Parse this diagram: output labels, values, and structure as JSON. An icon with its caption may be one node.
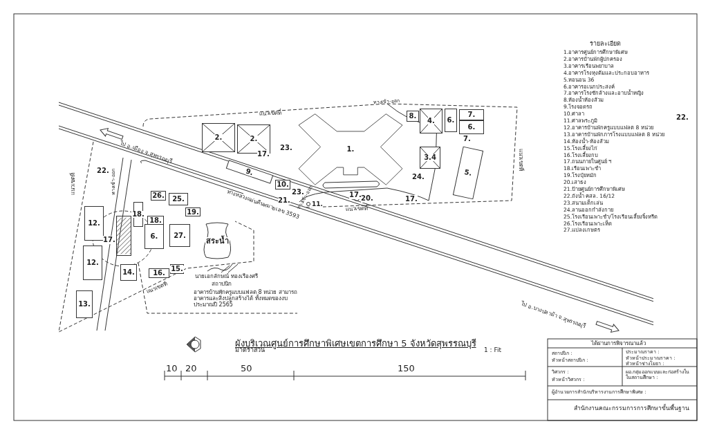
{
  "diagram": {
    "title": "ผังบริเวณศูนย์การศึกษาพิเศษเขตการศึกษา 5 จังหวัดสุพรรณบุรี",
    "nodes": [
      {
        "text": [
          "2."
        ]
      },
      {
        "text": [
          "2."
        ]
      },
      {
        "text": [
          "1."
        ]
      },
      {
        "text": [
          "9."
        ]
      },
      {
        "text": [
          "10."
        ]
      },
      {
        "text": [
          "8."
        ]
      },
      {
        "text": [
          "4."
        ]
      },
      {
        "text": [
          "6."
        ]
      },
      {
        "text": [
          "7."
        ]
      },
      {
        "text": [
          "6."
        ]
      },
      {
        "text": [
          "3.4"
        ]
      },
      {
        "text": [
          "5."
        ]
      },
      {
        "text": [
          "26."
        ]
      },
      {
        "text": [
          "25."
        ]
      },
      {
        "text": [
          "19."
        ]
      },
      {
        "text": [
          "18."
        ]
      },
      {
        "text": [
          "18."
        ]
      },
      {
        "text": [
          "6."
        ]
      },
      {
        "text": [
          "27."
        ]
      },
      {
        "text": [
          "สระน้ำ"
        ]
      },
      {
        "text": [
          "12."
        ]
      },
      {
        "text": [
          "12."
        ]
      },
      {
        "text": [
          "13."
        ]
      },
      {
        "text": [],
        "shape": "box"
      },
      {
        "text": [
          "14."
        ]
      },
      {
        "text": [
          "16."
        ]
      },
      {
        "text": [
          "15."
        ]
      }
    ],
    "labels": [
      "แนวเขตที่",
      "ทางเข้า-ออก",
      "17.",
      "23.",
      "22.",
      "7.",
      "แนวเขตที่",
      "24.",
      "17.",
      "17.",
      "20.",
      "ทางเข้า-ออก",
      "23.",
      "21.",
      "11.",
      "แนวเขตที่",
      "ไป อ.เมือง จ.สุพรรณบุรี",
      "ทางหลวงแผ่นดินหมายเลข 3593",
      "ไป อ.บางปลาม้า จ.สุพรรณบุรี",
      "22.",
      "ทางเข้า-ออก",
      "แนวเขตที่",
      "17.",
      "แนวเขตที่",
      "นายเอกลักษณ์ ทองเรืองศรี",
      "สถาปนิก",
      "อาคารบ้านพักครูแบบแฟลต 8 หน่วย สามารถอาคารและสิ่งปลูกสร้างได้ ทั้งหมดของงบประมาณปี 2565",
      "รายละเอียด",
      "1.อาคารศูนย์การศึกษาพิเศษ",
      "2.อาคารบ้านพักผู้ปกครอง",
      "3.อาคารเรือนพยาบาล",
      "4.อาคารโรงหุงต้มและประกอบอาหาร",
      "5.หอนอน 36",
      "6.อาคารอเนกประสงค์",
      "7.อาคารโรงซักล้างและอาบน้ำหญิง",
      "8.ห้องน้ำห้องส้วม",
      "9.โรงจอดรถ",
      "10.ศาลา",
      "11.ศาลพระภูมิ",
      "12.อาคารบ้านพักครูแบบแฟลต 8 หน่วย",
      "13.อาคารบ้านพักภารโรงแบบแฟลต 8 หน่วย",
      "14.ห้องน้ำ-ห้องส้วม",
      "15.โรงเลี้ยงไก่",
      "16.โรงเลี้ยงกบ",
      "17.ถนนภายในศูนย์ ฯ",
      "18.เรือนเพาะชำ",
      "19.โรงปุ๋ยหมัก",
      "20.เสาธง",
      "21.ป้ายศูนย์การศึกษาพิเศษ",
      "22.ถังน้ำ คสล. 16/12",
      "23.สนามเด็กเล่น",
      "24.ลานออกกำลังกาย",
      "25.โรงเรือนเพาะชำ/โรงเรือนเลี้ยงจิ้งหรีด",
      "26.โรงเรือนเพาะเห็ด",
      "27.แปลงเกษตร",
      "มาตราส่วน",
      "1 : Fit",
      "10",
      "20",
      "50",
      "150",
      "ได้ผ่านการพิจารณาแล้ว",
      "สถาปนิก :",
      "หัวหน้าสถาปนิก :",
      "ประมาณราคา :",
      "หัวหน้าประมาณราคา :",
      "หัวหน้าช่างโยธา :",
      "วิศวกร :",
      "หัวหน้าวิศวกร :",
      "ผอ.กลุ่มออกแบบและก่อสร้างใน ในสถานศึกษา :",
      "ผู้อำนวยการสำนักบริหารงานการศึกษาพิเศษ :",
      "สำนักงานคณะกรรมการการศึกษาขั้นพื้นฐาน"
    ]
  }
}
